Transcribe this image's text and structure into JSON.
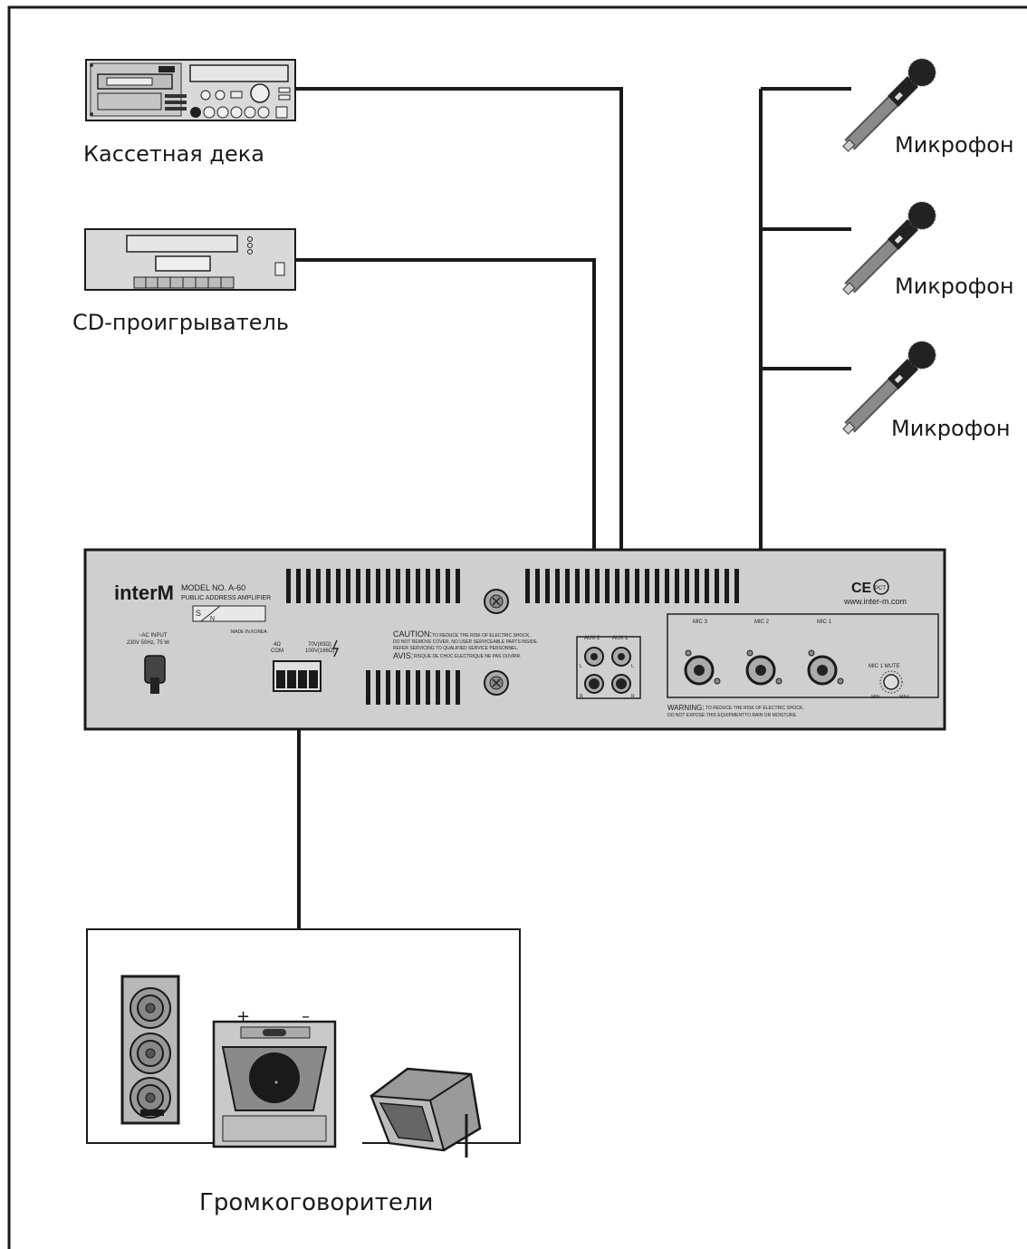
{
  "sources": {
    "cassette_label": "Кассетная дека",
    "cd_label": "CD-проигрыватель"
  },
  "microphones": [
    {
      "label": "Микрофон"
    },
    {
      "label": "Микрофон"
    },
    {
      "label": "Микрофон"
    }
  ],
  "speakers": {
    "label": "Громкоговорители",
    "plus": "+",
    "minus": "–"
  },
  "amplifier": {
    "brand": "interM",
    "model": "MODEL NO. A-60",
    "subtitle": "PUBLIC ADDRESS AMPLIFIER",
    "made_in": "MADE IN KOREA",
    "serial_s": "S",
    "serial_n": "N",
    "ac_input_1": "~AC INPUT",
    "ac_input_2": "230V 50Hz, 75 W",
    "term_4ohm": "4Ω",
    "term_com": "COM",
    "term_70v": "70V(83Ω)",
    "term_100v": "100V(166Ω)",
    "caution_title": "CAUTION:",
    "caution_1": "TO REDUCE THE RISK OF ELECTRIC SHOCK,",
    "caution_2": "DO NOT REMOVE COVER. NO USER SERVICEABLE PARTS INSIDE.",
    "caution_3": "REFER SERVICING TO QUALIFIED SERVICE PERSONNEL.",
    "avis_title": "AVIS:",
    "avis_text": "RISQUE DE CHOC ELECTRIQUE NE PAS OUVRIR.",
    "aux2": "AUX 2",
    "aux1": "AUX 1",
    "ch_l": "L",
    "ch_r": "R",
    "mic3": "MIC 3",
    "mic2": "MIC 2",
    "mic1": "MIC 1",
    "mic1_mute": "MIC 1 MUTE",
    "min": "MIN",
    "max": "MAX",
    "warning_title": "WARNING:",
    "warning_1": "TO REDUCE THE RISK OF ELECTRIC SHOCK,",
    "warning_2": "DO NOT EXPOSE THIS EQUIPMENTTO RAIN OR MOISTURE.",
    "ce_mark": "CE",
    "pct_mark": "PCT",
    "website": "www.inter-m.com"
  },
  "colors": {
    "panel": "#cfcfcf",
    "panel_dark": "#1f1f1f",
    "cable": "#1a1a1a",
    "device": "#d9d9d9"
  }
}
